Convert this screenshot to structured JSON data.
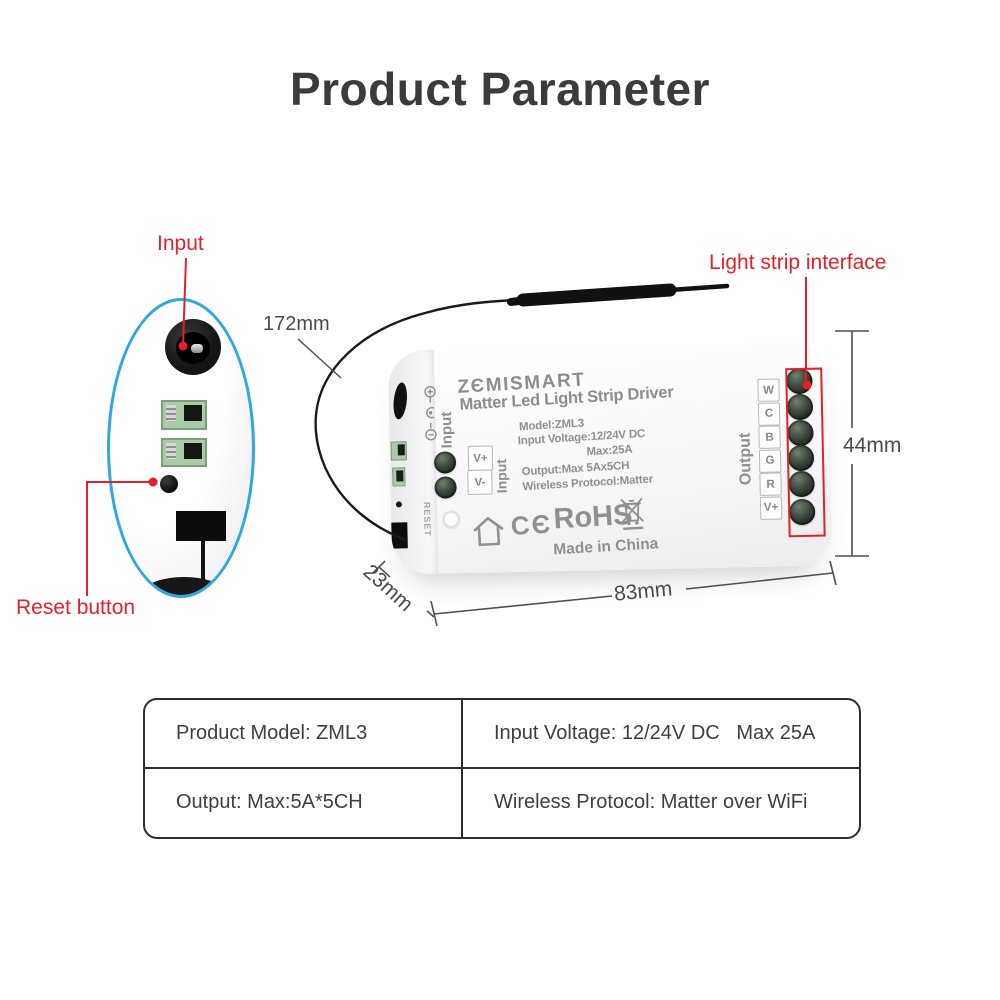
{
  "title": "Product Parameter",
  "callouts": {
    "input": "Input",
    "reset": "Reset button",
    "light_strip": "Light strip interface"
  },
  "dimensions": {
    "antenna_length": "172mm",
    "height": "44mm",
    "width": "83mm",
    "depth": "23mm"
  },
  "device": {
    "brand": "ZЄMISMART",
    "product_name": "Matter Led Light Strip Driver",
    "specs": [
      "Model:ZML3",
      "Input Voltage:12/24V DC",
      "Max:25A",
      "Output:Max 5Ax5CH",
      "Wireless Protocol:Matter"
    ],
    "input_label": "Input",
    "output_label": "Output",
    "reset_label": "RESET",
    "terminal_plus": "V+",
    "terminal_minus": "V-",
    "output_terminals": [
      "W",
      "C",
      "B",
      "G",
      "R",
      "V+"
    ],
    "ce_mark": "CЄ",
    "rohs": "RoHS",
    "made_in": "Made in China"
  },
  "spec_table": {
    "rows": [
      [
        "Product Model: ZML3",
        "Input Voltage: 12/24V DC   Max 25A"
      ],
      [
        "Output: Max:5A*5CH",
        "Wireless Protocol: Matter over WiFi"
      ]
    ]
  },
  "colors": {
    "accent_red": "#e32127",
    "accent_blue": "#2fa7e3",
    "device_text": "#8f9093",
    "title_text": "#3b3b3b",
    "dimension_text": "#4a4a4a"
  }
}
